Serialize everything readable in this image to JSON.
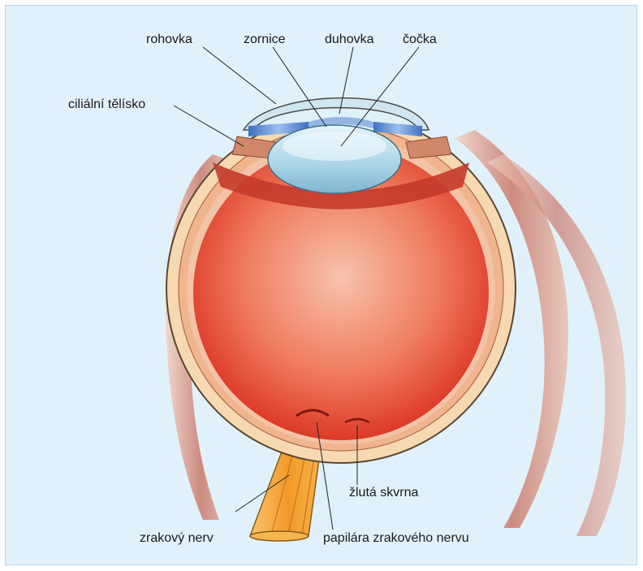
{
  "labels": {
    "rohovka": "rohovka",
    "zornice": "zornice",
    "duhovka": "duhovka",
    "cocka": "čočka",
    "cilialni_telisko": "ciliální tělísko",
    "zrakovy_nerv": "zrakový nerv",
    "zluta_skvrna": "žlutá skvrna",
    "papilara": "papilára zrakového nervu"
  },
  "colors": {
    "background": "#e1f1fb",
    "sclera": "#f6d9b0",
    "choroid": "#e8a37a",
    "vitreous": "#e8432a",
    "vitreous_center": "#f5b6a0",
    "lens": "#bfe0ee",
    "iris": "#5d8fd6",
    "nerve": "#f4a53a"
  }
}
